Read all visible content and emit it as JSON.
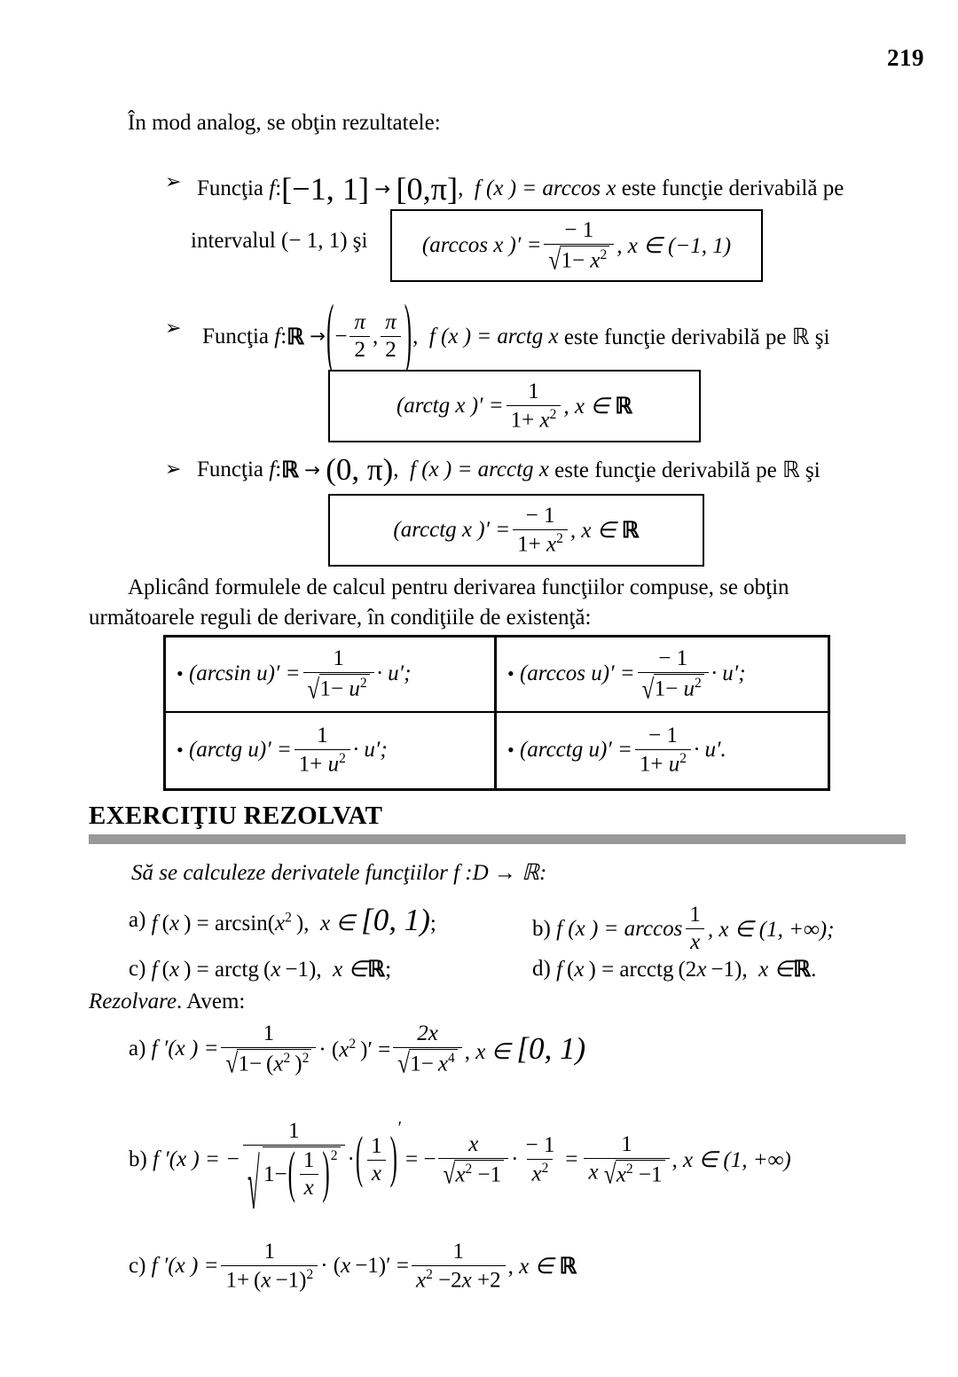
{
  "page": {
    "number": "219",
    "language": "ro"
  },
  "intro": {
    "text": "În mod analog, se obţin rezultatele:"
  },
  "bullets": [
    {
      "marker": "➢",
      "line1_prefix": "Funcţia",
      "f_label": "f",
      "colon": ":",
      "domain": "[−1, 1]",
      "arrow": "→",
      "codomain": "[0,π]",
      "fx": "f (x ) = arccos x",
      "line1_suffix": "este funcţie derivabilă pe",
      "line2_prefix": "intervalul (− 1, 1) şi",
      "formula": {
        "lhs": "(arccos x )′ =",
        "num": "− 1",
        "den_root": "1− x²",
        "condition": ", x ∈ (−1, 1)"
      }
    },
    {
      "marker": "➢",
      "line1_prefix": "Funcţia",
      "f_label": "f",
      "colon": ":",
      "domain": "ℝ",
      "arrow": "→",
      "codomain_open": "(",
      "codomain_frac1_num": "π",
      "codomain_frac1_den": "2",
      "codomain_frac2_num": "π",
      "codomain_frac2_den": "2",
      "codomain_close": ")",
      "fx": "f (x ) = arctg x",
      "line1_suffix": "este funcţie derivabilă pe ℝ şi",
      "formula": {
        "lhs": "(arctg x )′ =",
        "num": "1",
        "den": "1+ x²",
        "condition": ", x ∈ ℝ"
      }
    },
    {
      "marker": "➢",
      "line1_prefix": "Funcţia",
      "f_label": "f",
      "colon": ":",
      "domain": "ℝ",
      "arrow": "→",
      "codomain": "(0, π)",
      "fx": "f (x ) = arcctg x",
      "line1_suffix": "este funcţie derivabilă pe ℝ şi",
      "formula": {
        "lhs": "(arcctg x )′ =",
        "num": "− 1",
        "den": "1+ x²",
        "condition": ", x ∈ ℝ"
      }
    }
  ],
  "composite_intro": {
    "line1": "Aplicând formulele de calcul pentru derivarea funcţiilor compuse, se obţin",
    "line2": "următoarele reguli de derivare, în condiţiile de existenţă:"
  },
  "rules_table": {
    "cells": [
      {
        "bullet": "•",
        "lhs": "(arcsin u)′ =",
        "num": "1",
        "den_root": "1− u²",
        "tail": "· u′;"
      },
      {
        "bullet": "•",
        "lhs": "(arccos u)′ =",
        "num": "− 1",
        "den_root": "1− u²",
        "tail": "· u′;"
      },
      {
        "bullet": "•",
        "lhs": "(arctg u)′ =",
        "num": "1",
        "den": "1+ u²",
        "tail": "· u′;"
      },
      {
        "bullet": "•",
        "lhs": "(arcctg u)′ =",
        "num": "− 1",
        "den": "1+ u²",
        "tail": "· u′."
      }
    ]
  },
  "exercise_section": {
    "heading": "EXERCIŢIU REZOLVAT",
    "prompt": "Să se calculeze derivatele funcţiilor  f :D → ℝ:",
    "items": {
      "a": {
        "label": "a)",
        "text": "f (x ) = arcsin(x² ), x ∈ [0, 1);"
      },
      "b": {
        "label": "b)",
        "pre": "f (x ) = arccos",
        "frac_num": "1",
        "frac_den": "x",
        "post": ", x ∈ (1, +∞);"
      },
      "c": {
        "label": "c)",
        "text": "f (x ) = arctg (x −1), x ∈ ℝ;"
      },
      "d": {
        "label": "d)",
        "text": "f (x ) = arcctg (2x −1), x ∈ ℝ."
      }
    },
    "solution_label": "Rezolvare",
    "solution_lead": ". Avem:"
  },
  "solutions": {
    "a": {
      "label": "a)",
      "lhs": "f ′(x ) =",
      "frac1_num": "1",
      "frac1_den_root": "1− (x² )²",
      "mid": "· (x² )′ =",
      "frac2_num": "2x",
      "frac2_den_root": "1− x⁴",
      "condition": ", x ∈ [0, 1)"
    },
    "b": {
      "label": "b)",
      "lhs": "f ′(x ) = −",
      "frac1_num": "1",
      "frac1_den_root_pre": "1−",
      "frac1_den_inner_num": "1",
      "frac1_den_inner_den": "x",
      "frac1_den_root_sup": "2",
      "mid1": "·",
      "paren_num": "1",
      "paren_den": "x",
      "paren_prime": "′",
      "eq_minus": "= −",
      "frac2_num": "x",
      "frac2_den_root": "x² −1",
      "mid2": "·",
      "frac3_num": "− 1",
      "frac3_den": "x²",
      "eq2": "=",
      "frac4_num": "1",
      "frac4_den_pre": "x",
      "frac4_den_root": "x² −1",
      "condition": ", x ∈ (1, +∞)"
    },
    "c": {
      "label": "c)",
      "lhs": "f ′(x ) =",
      "frac1_num": "1",
      "frac1_den": "1+ (x −1)²",
      "mid": "· (x −1)′ =",
      "frac2_num": "1",
      "frac2_den": "x² −2x +2",
      "condition": ", x ∈ ℝ"
    }
  },
  "glyphs": {
    "radical": "√",
    "paren_left": "(",
    "paren_right": ")",
    "bracket_left": "[",
    "bracket_right": "]"
  }
}
